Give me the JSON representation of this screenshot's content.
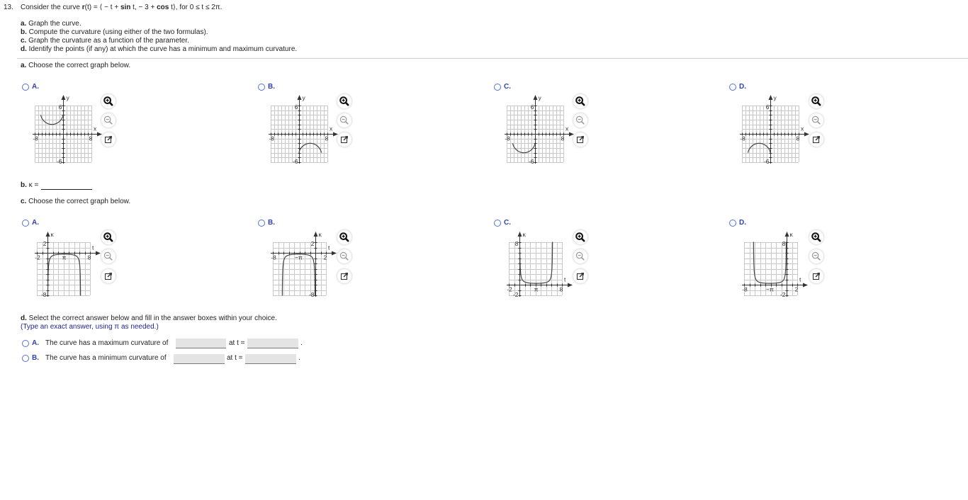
{
  "question": {
    "number": "13.",
    "prompt": {
      "p1": "Consider the curve ",
      "r": "r",
      "p2": "(t) = ⟨ − t + ",
      "sin": "sin",
      "p3": " t, − 3 + ",
      "cos": "cos",
      "p4": " t⟩, for 0 ≤ t ≤ 2π."
    },
    "tasks": [
      {
        "letter": "a.",
        "text": " Graph the curve."
      },
      {
        "letter": "b.",
        "text": " Compute the curvature (using either of the two formulas)."
      },
      {
        "letter": "c.",
        "text": " Graph the curvature as a function of the parameter."
      },
      {
        "letter": "d.",
        "text": " Identify the points (if any) at which the curve has a minimum and maximum curvature."
      }
    ]
  },
  "part_a": {
    "letter": "a.",
    "instruction": " Choose the correct graph below.",
    "options": [
      {
        "letter": "A.",
        "selected": false
      },
      {
        "letter": "B.",
        "selected": false
      },
      {
        "letter": "C.",
        "selected": false
      },
      {
        "letter": "D.",
        "selected": false
      }
    ]
  },
  "part_b": {
    "letter": "b.",
    "label": " κ =",
    "answer": ""
  },
  "part_c": {
    "letter": "c.",
    "instruction": " Choose the correct graph below.",
    "options": [
      {
        "letter": "A.",
        "selected": false
      },
      {
        "letter": "B.",
        "selected": false
      },
      {
        "letter": "C.",
        "selected": false
      },
      {
        "letter": "D.",
        "selected": false
      }
    ]
  },
  "part_d": {
    "letter": "d.",
    "instruction": " Select the correct answer below and fill in the answer boxes within your choice.",
    "hint": "(Type an exact answer, using π as needed.)",
    "options": [
      {
        "letter": "A.",
        "text": "The curve has a maximum curvature of",
        "at_label": "at t =",
        "curvature_value": "",
        "t_value": "",
        "end": "."
      },
      {
        "letter": "B.",
        "text": "The curve has a minimum curvature of",
        "at_label": "at t =",
        "curvature_value": "",
        "t_value": "",
        "end": "."
      }
    ]
  },
  "graph_tools": [
    "zoom-in-icon",
    "zoom-out-icon",
    "open-new-window-icon"
  ],
  "colors": {
    "option_letter": "#2f3fb5",
    "radio_border": "#5470dc",
    "hint_text": "#23238f",
    "divider": "#c9d1d5",
    "answer_box": "#e4e4e4",
    "grid": "#c8c8c8",
    "curve": "#444444"
  },
  "chart_data": [
    {
      "id": "a-A",
      "part": "a",
      "option": "A",
      "type": "line",
      "xlabel": "x",
      "ylabel": "y",
      "xlim": [
        -8,
        8
      ],
      "ylim": [
        -6,
        6
      ],
      "grid": true,
      "tick_labels": {
        "x_min": "-8",
        "x_max": "8",
        "y_min": "-6",
        "y_max": "6"
      },
      "curve": {
        "kind": "parametric",
        "x": {
          "t": -1,
          "sin": 1,
          "const": 0
        },
        "y": {
          "const": 3,
          "cos": 1
        },
        "t_range": [
          0,
          6.2832
        ]
      },
      "points": [
        [
          0,
          4
        ],
        [
          -0.08,
          3.71
        ],
        [
          -0.57,
          3
        ],
        [
          -1.65,
          2.29
        ],
        [
          -3.14,
          2
        ],
        [
          -4.63,
          2.29
        ],
        [
          -5.71,
          3
        ],
        [
          -6.2,
          3.71
        ],
        [
          -6.28,
          4
        ]
      ]
    },
    {
      "id": "a-B",
      "part": "a",
      "option": "B",
      "type": "line",
      "xlabel": "x",
      "ylabel": "y",
      "xlim": [
        -8,
        8
      ],
      "ylim": [
        -6,
        6
      ],
      "grid": true,
      "tick_labels": {
        "x_min": "-8",
        "x_max": "8",
        "y_min": "-6",
        "y_max": "6"
      },
      "curve": {
        "kind": "parametric",
        "x": {
          "t": 1,
          "sin": -1,
          "const": 0
        },
        "y": {
          "const": -3,
          "cos": -1
        },
        "t_range": [
          0,
          6.2832
        ]
      },
      "points": [
        [
          0,
          -4
        ],
        [
          0.08,
          -3.71
        ],
        [
          0.57,
          -3
        ],
        [
          1.65,
          -2.29
        ],
        [
          3.14,
          -2
        ],
        [
          4.63,
          -2.29
        ],
        [
          5.71,
          -3
        ],
        [
          6.2,
          -3.71
        ],
        [
          6.28,
          -4
        ]
      ]
    },
    {
      "id": "a-C",
      "part": "a",
      "option": "C",
      "type": "line",
      "xlabel": "x",
      "ylabel": "y",
      "xlim": [
        -8,
        8
      ],
      "ylim": [
        -6,
        6
      ],
      "grid": true,
      "tick_labels": {
        "x_min": "-8",
        "x_max": "8",
        "y_min": "-6",
        "y_max": "6"
      },
      "curve": {
        "kind": "parametric",
        "x": {
          "t": -1,
          "sin": 1,
          "const": 0
        },
        "y": {
          "const": -3,
          "cos": 1
        },
        "t_range": [
          0,
          6.2832
        ]
      },
      "points": [
        [
          0,
          -2
        ],
        [
          -0.08,
          -2.29
        ],
        [
          -0.57,
          -3
        ],
        [
          -1.65,
          -3.71
        ],
        [
          -3.14,
          -4
        ],
        [
          -4.63,
          -3.71
        ],
        [
          -5.71,
          -3
        ],
        [
          -6.2,
          -2.29
        ],
        [
          -6.28,
          -2
        ]
      ]
    },
    {
      "id": "a-D",
      "part": "a",
      "option": "D",
      "type": "line",
      "xlabel": "x",
      "ylabel": "y",
      "xlim": [
        -8,
        8
      ],
      "ylim": [
        -6,
        6
      ],
      "grid": true,
      "tick_labels": {
        "x_min": "-8",
        "x_max": "8",
        "y_min": "-6",
        "y_max": "6"
      },
      "curve": {
        "kind": "parametric",
        "x": {
          "t": -1,
          "sin": 1,
          "const": 0
        },
        "y": {
          "const": -3,
          "cos": -1
        },
        "t_range": [
          0,
          6.2832
        ]
      },
      "points": [
        [
          0,
          -4
        ],
        [
          -0.08,
          -3.71
        ],
        [
          -0.57,
          -3
        ],
        [
          -1.65,
          -2.29
        ],
        [
          -3.14,
          -2
        ],
        [
          -4.63,
          -2.29
        ],
        [
          -5.71,
          -3
        ],
        [
          -6.2,
          -3.71
        ],
        [
          -6.28,
          -4
        ]
      ]
    },
    {
      "id": "c-A",
      "part": "c",
      "option": "A",
      "type": "line",
      "xlabel": "t",
      "ylabel": "κ",
      "xlim": [
        -2,
        8
      ],
      "ylim": [
        -8,
        2
      ],
      "grid": true,
      "tick_labels": {
        "x_min": "-2",
        "x_max": "8",
        "y_min": "-8",
        "y_max": "2",
        "t_mark": "π",
        "t_mark_value": 3.1416
      },
      "curve": {
        "kind": "curvature",
        "formula": "κ = s / (4|sin(t/2)|)",
        "sign": -1,
        "t_range": [
          0,
          6.2832
        ]
      },
      "points": [
        [
          0.1,
          -5.0
        ],
        [
          0.52,
          -0.97
        ],
        [
          1.05,
          -0.5
        ],
        [
          1.57,
          -0.35
        ],
        [
          2.09,
          -0.29
        ],
        [
          3.14,
          -0.25
        ],
        [
          4.19,
          -0.29
        ],
        [
          4.71,
          -0.35
        ],
        [
          5.24,
          -0.5
        ],
        [
          5.76,
          -0.97
        ],
        [
          6.18,
          -5.0
        ]
      ]
    },
    {
      "id": "c-B",
      "part": "c",
      "option": "B",
      "type": "line",
      "xlabel": "t",
      "ylabel": "κ",
      "xlim": [
        -8,
        2
      ],
      "ylim": [
        -8,
        2
      ],
      "grid": true,
      "tick_labels": {
        "x_min": "-8",
        "x_max": "2",
        "y_min": "-8",
        "y_max": "2",
        "t_mark": "−π",
        "t_mark_value": -3.1416
      },
      "curve": {
        "kind": "curvature",
        "formula": "κ = s / (4|sin(t/2)|)",
        "sign": -1,
        "t_range": [
          -6.2832,
          0
        ]
      },
      "points": [
        [
          -6.18,
          -5.0
        ],
        [
          -5.76,
          -0.97
        ],
        [
          -5.24,
          -0.5
        ],
        [
          -4.71,
          -0.35
        ],
        [
          -4.19,
          -0.29
        ],
        [
          -3.14,
          -0.25
        ],
        [
          -2.09,
          -0.29
        ],
        [
          -1.57,
          -0.35
        ],
        [
          -1.05,
          -0.5
        ],
        [
          -0.52,
          -0.97
        ],
        [
          -0.1,
          -5.0
        ]
      ]
    },
    {
      "id": "c-C",
      "part": "c",
      "option": "C",
      "type": "line",
      "xlabel": "t",
      "ylabel": "κ",
      "xlim": [
        -2,
        8
      ],
      "ylim": [
        -2,
        8
      ],
      "grid": true,
      "tick_labels": {
        "x_min": "-2",
        "x_max": "8",
        "y_min": "-2",
        "y_max": "8",
        "t_mark": "π",
        "t_mark_value": 3.1416
      },
      "curve": {
        "kind": "curvature",
        "formula": "κ = s / (4|sin(t/2)|)",
        "sign": 1,
        "t_range": [
          0,
          6.2832
        ]
      },
      "points": [
        [
          0.1,
          5.0
        ],
        [
          0.52,
          0.97
        ],
        [
          1.05,
          0.5
        ],
        [
          1.57,
          0.35
        ],
        [
          2.09,
          0.29
        ],
        [
          3.14,
          0.25
        ],
        [
          4.19,
          0.29
        ],
        [
          4.71,
          0.35
        ],
        [
          5.24,
          0.5
        ],
        [
          5.76,
          0.97
        ],
        [
          6.18,
          5.0
        ]
      ]
    },
    {
      "id": "c-D",
      "part": "c",
      "option": "D",
      "type": "line",
      "xlabel": "t",
      "ylabel": "κ",
      "xlim": [
        -8,
        2
      ],
      "ylim": [
        -2,
        8
      ],
      "grid": true,
      "tick_labels": {
        "x_min": "-8",
        "x_max": "2",
        "y_min": "-2",
        "y_max": "8",
        "t_mark": "−π",
        "t_mark_value": -3.1416
      },
      "curve": {
        "kind": "curvature",
        "formula": "κ = s / (4|sin(t/2)|)",
        "sign": 1,
        "t_range": [
          -6.2832,
          0
        ]
      },
      "points": [
        [
          -6.18,
          5.0
        ],
        [
          -5.76,
          0.97
        ],
        [
          -5.24,
          0.5
        ],
        [
          -4.71,
          0.35
        ],
        [
          -4.19,
          0.29
        ],
        [
          -3.14,
          0.25
        ],
        [
          -2.09,
          0.29
        ],
        [
          -1.57,
          0.35
        ],
        [
          -1.05,
          0.5
        ],
        [
          -0.52,
          0.97
        ],
        [
          -0.1,
          5.0
        ]
      ]
    }
  ]
}
